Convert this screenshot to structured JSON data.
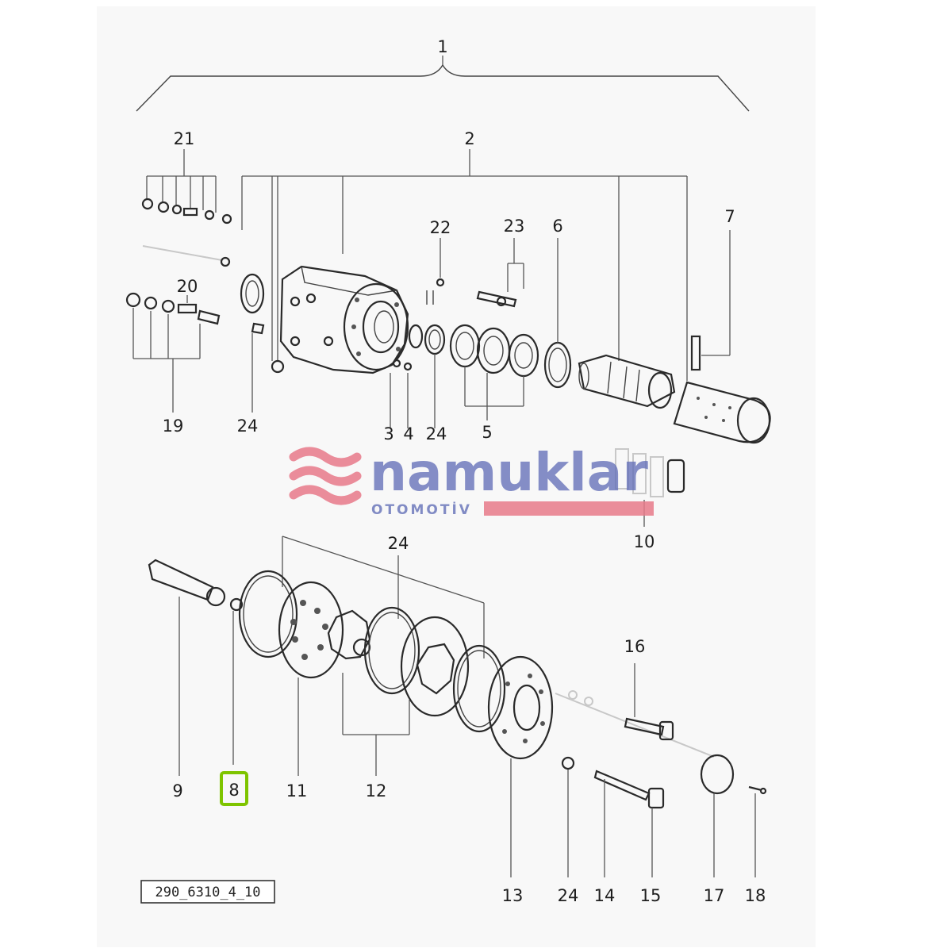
{
  "callouts": {
    "c1": "1",
    "c2": "2",
    "c3": "3",
    "c4": "4",
    "c5": "5",
    "c6": "6",
    "c7": "7",
    "c8": "8",
    "c9": "9",
    "c10": "10",
    "c11": "11",
    "c12": "12",
    "c13": "13",
    "c14": "14",
    "c15": "15",
    "c16": "16",
    "c17": "17",
    "c18": "18",
    "c19": "19",
    "c20": "20",
    "c21": "21",
    "c22": "22",
    "c23": "23",
    "c24a": "24",
    "c24b": "24",
    "c24c": "24",
    "c24d": "24"
  },
  "watermark": {
    "name": "namuklar",
    "subtitle": "OTOMOTİV"
  },
  "reference_code": "290_6310_4_10",
  "colors": {
    "highlight": "#7ec400",
    "watermark_red": "#e87a8a",
    "watermark_blue": "#6470b8"
  }
}
